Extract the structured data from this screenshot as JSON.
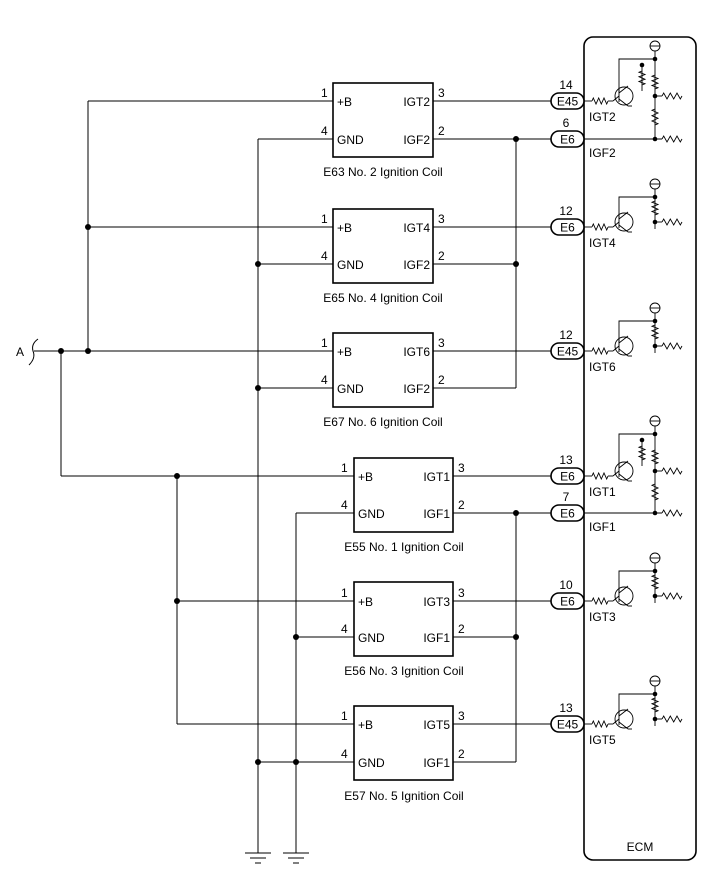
{
  "source_label": "A",
  "coils": [
    {
      "caption": "E63 No. 2 Ignition Coil",
      "pin_b": "1",
      "pin_gnd": "4",
      "pin_igt": "3",
      "pin_igf": "2",
      "label_b": "+B",
      "label_gnd": "GND",
      "label_igt": "IGT2",
      "label_igf": "IGF2"
    },
    {
      "caption": "E65 No. 4 Ignition Coil",
      "pin_b": "1",
      "pin_gnd": "4",
      "pin_igt": "3",
      "pin_igf": "2",
      "label_b": "+B",
      "label_gnd": "GND",
      "label_igt": "IGT4",
      "label_igf": "IGF2"
    },
    {
      "caption": "E67  No. 6 Ignition Coil",
      "pin_b": "1",
      "pin_gnd": "4",
      "pin_igt": "3",
      "pin_igf": "2",
      "label_b": "+B",
      "label_gnd": "GND",
      "label_igt": "IGT6",
      "label_igf": "IGF2"
    },
    {
      "caption": "E55 No. 1 Ignition Coil",
      "pin_b": "1",
      "pin_gnd": "4",
      "pin_igt": "3",
      "pin_igf": "2",
      "label_b": "+B",
      "label_gnd": "GND",
      "label_igt": "IGT1",
      "label_igf": "IGF1"
    },
    {
      "caption": "E56 No. 3 Ignition Coil",
      "pin_b": "1",
      "pin_gnd": "4",
      "pin_igt": "3",
      "pin_igf": "2",
      "label_b": "+B",
      "label_gnd": "GND",
      "label_igt": "IGT3",
      "label_igf": "IGF1"
    },
    {
      "caption": "E57 No. 5 Ignition Coil",
      "pin_b": "1",
      "pin_gnd": "4",
      "pin_igt": "3",
      "pin_igf": "2",
      "label_b": "+B",
      "label_gnd": "GND",
      "label_igt": "IGT5",
      "label_igf": "IGF1"
    }
  ],
  "connectors": [
    {
      "name": "E45",
      "pin": "14",
      "signal": "IGT2"
    },
    {
      "name": "E6",
      "pin": "6",
      "signal": "IGF2"
    },
    {
      "name": "E6",
      "pin": "12",
      "signal": "IGT4"
    },
    {
      "name": "E45",
      "pin": "12",
      "signal": "IGT6"
    },
    {
      "name": "E6",
      "pin": "13",
      "signal": "IGT1"
    },
    {
      "name": "E6",
      "pin": "7",
      "signal": "IGF1"
    },
    {
      "name": "E6",
      "pin": "10",
      "signal": "IGT3"
    },
    {
      "name": "E45",
      "pin": "13",
      "signal": "IGT5"
    }
  ],
  "ecm_label": "ECM"
}
